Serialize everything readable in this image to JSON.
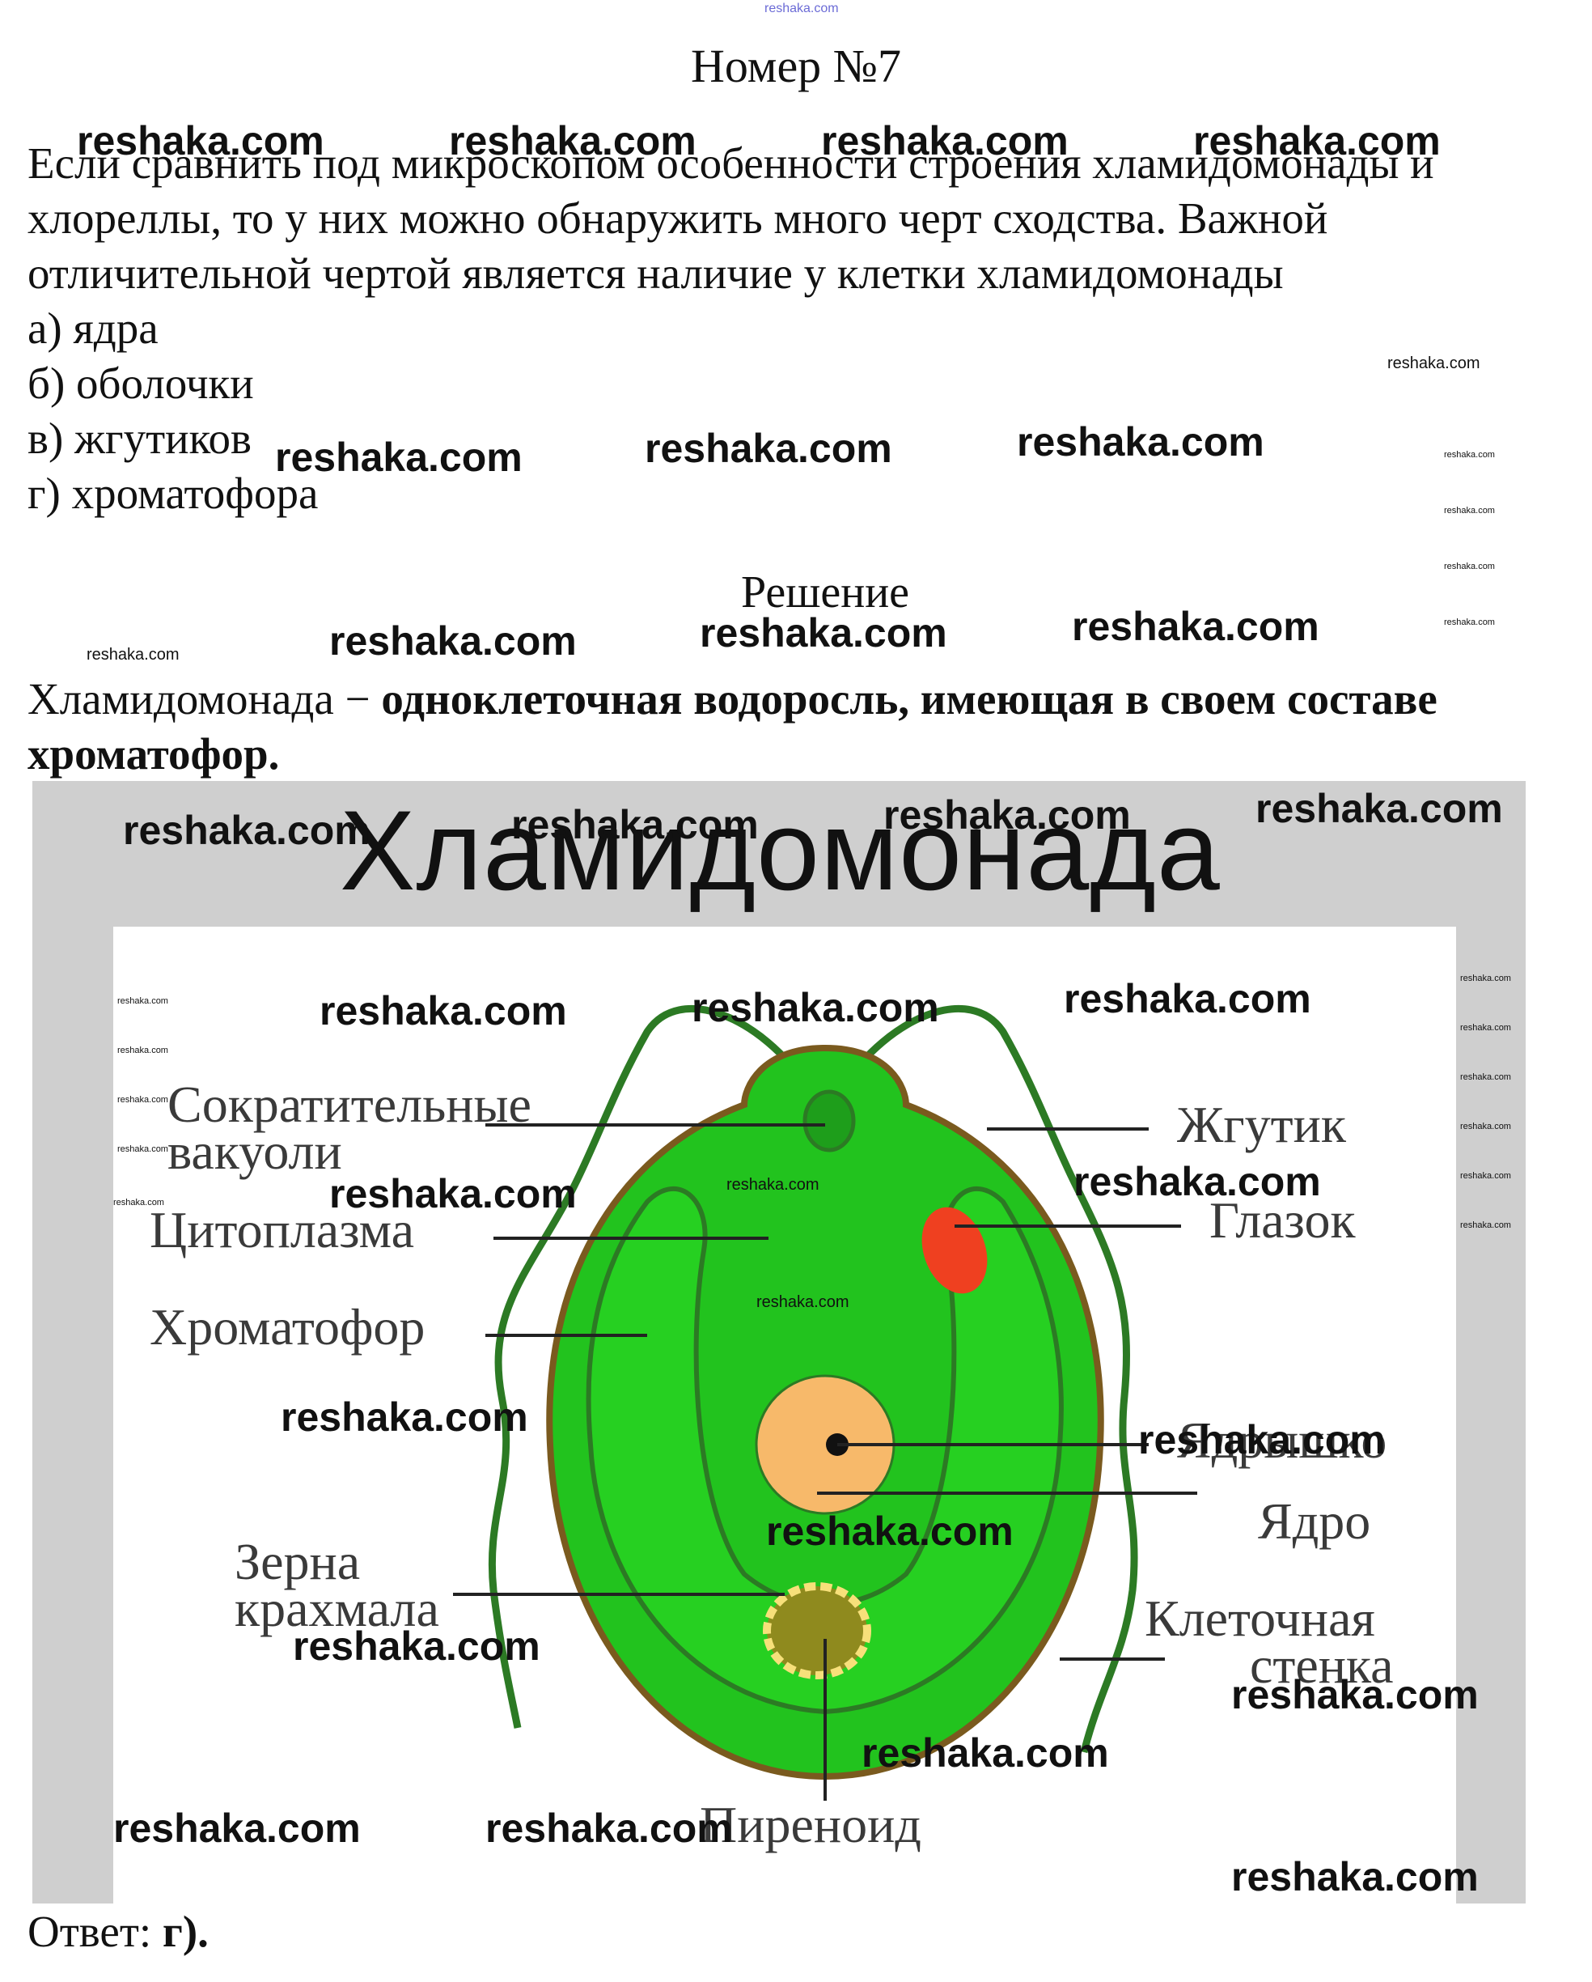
{
  "header": {
    "site_link": "reshaka.com",
    "title": "Номер №7"
  },
  "question": {
    "text": "Если сравнить под микроскопом особенности строения хламидомонады и хлореллы, то у них можно обнаружить много черт сходства. Важной отличительной чертой является наличие у клетки хламидомонады",
    "options": [
      "а) ядра",
      "б) оболочки",
      "в) жгутиков",
      "г) хроматофора"
    ]
  },
  "solution": {
    "heading": "Решение",
    "text_plain": "Хламидомонада − ",
    "text_bold": "одноклеточная водоросль, имеющая в своем составе хроматофор."
  },
  "figure": {
    "title": "Хламидомонада",
    "labels": {
      "contractile_1": "Сократительные",
      "contractile_2": "вакуоли",
      "cytoplasm": "Цитоплазма",
      "chromatophore": "Хроматофор",
      "starch_1": "Зерна",
      "starch_2": "крахмала",
      "flagellum": "Жгутик",
      "eyespot": "Глазок",
      "nucleolus": "Ядрышко",
      "nucleus": "Ядро",
      "cell_wall_1": "Клеточная",
      "cell_wall_2": "стенка",
      "pyrenoid": "Пиреноид"
    },
    "colors": {
      "frame": "#cfcfcf",
      "cell_green": "#22c31e",
      "cell_border": "#7a5a1e",
      "dark_green": "#2c7a24",
      "eyespot": "#ef4020",
      "nucleus": "#f7b96a",
      "pyrenoid": "#8f8a1e"
    }
  },
  "answer": {
    "label": "Ответ:",
    "value": "г)."
  },
  "watermark": "reshaka.com"
}
